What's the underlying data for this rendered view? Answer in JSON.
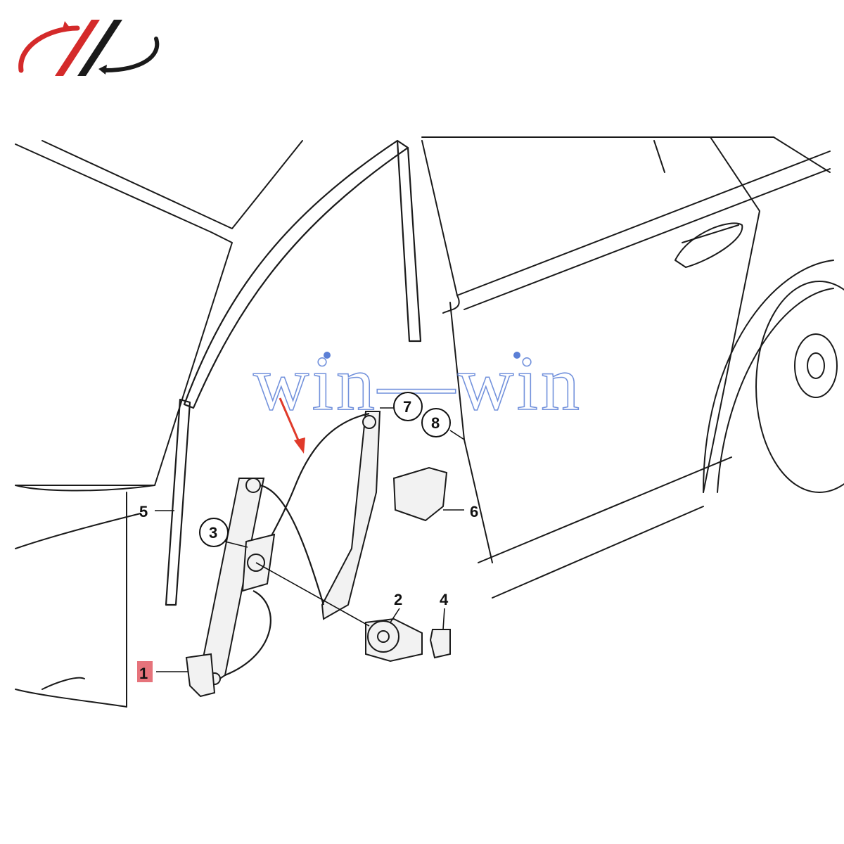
{
  "logo": {
    "name": "brand-logo",
    "colors": {
      "red": "#d42a2a",
      "dark": "#1a1a1a"
    }
  },
  "watermark": {
    "text": "win—win",
    "color": "#5b7fd6"
  },
  "arrow": {
    "color": "#e03a2a"
  },
  "callouts": [
    {
      "id": "1",
      "label": "1",
      "highlighted": true
    },
    {
      "id": "2",
      "label": "2"
    },
    {
      "id": "3",
      "label": "3"
    },
    {
      "id": "4",
      "label": "4"
    },
    {
      "id": "5",
      "label": "5"
    },
    {
      "id": "6",
      "label": "6"
    },
    {
      "id": "7",
      "label": "7"
    },
    {
      "id": "8",
      "label": "8"
    }
  ],
  "highlight_color": "#e0505a"
}
